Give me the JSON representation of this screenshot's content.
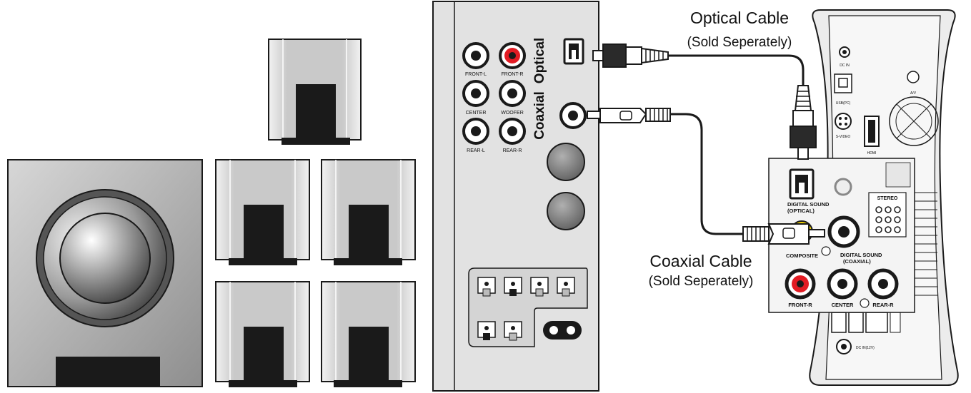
{
  "captions": {
    "optical_title": "Optical Cable",
    "optical_note": "(Sold Seperately)",
    "coaxial_title": "Coaxial Cable",
    "coaxial_note": "(Sold Seperately)"
  },
  "receiver": {
    "optical_label": "Optical",
    "coaxial_label": "Coaxial",
    "jacks": {
      "front_l": "FRONT-L",
      "front_r": "FRONT-R",
      "center": "CENTER",
      "woofer": "WOOFER",
      "rear_l": "REAR-L",
      "rear_r": "REAR-R"
    }
  },
  "player": {
    "dc_in": "DC IN",
    "usb": "USB(PC)",
    "s_video": "S-VIDEO",
    "hdmi": "HDMI",
    "av": "A/V",
    "dc_in_12v": "DC IN(12V)"
  },
  "zoom": {
    "digital_optical_1": "DIGITAL SOUND",
    "digital_optical_2": "(OPTICAL)",
    "composite": "COMPOSITE",
    "digital_coax_1": "DIGITAL SOUND",
    "digital_coax_2": "(COAXIAL)",
    "stereo": "STEREO",
    "front_r": "FRONT-R",
    "center": "CENTER",
    "rear_r": "REAR-R"
  },
  "colors": {
    "line": "#1a1a1a",
    "panel": "#dcdcdc",
    "speaker_face": "#c8c8c8",
    "speaker_dark": "#1a1a1a",
    "red_jack": "#e21b23"
  }
}
